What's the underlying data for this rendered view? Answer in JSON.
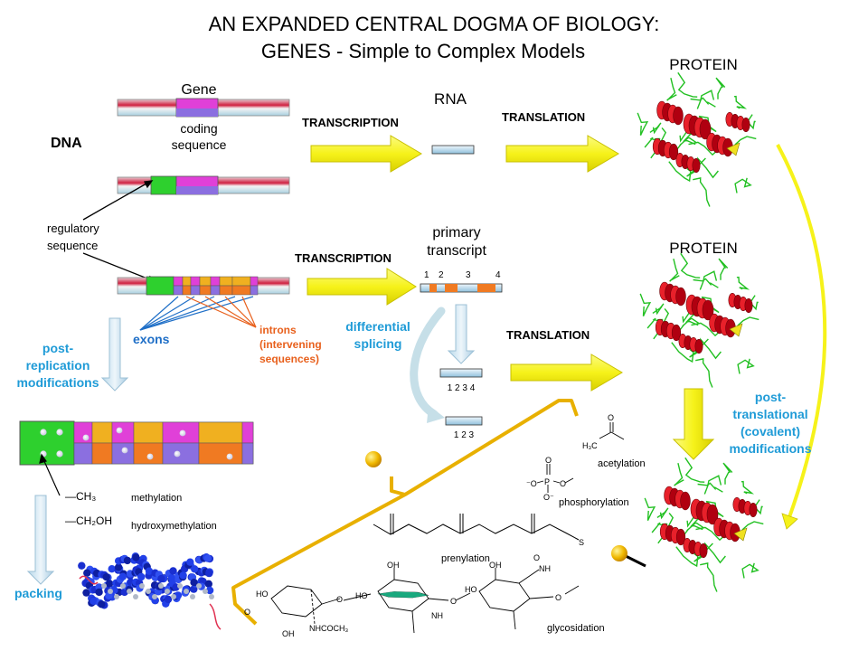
{
  "title": {
    "line1": "AN EXPANDED CENTRAL DOGMA OF BIOLOGY:",
    "line2": "GENES - Simple to Complex Models"
  },
  "labels": {
    "gene": "Gene",
    "coding1": "coding",
    "coding2": "sequence",
    "dna": "DNA",
    "rna": "RNA",
    "transcription": "TRANSCRIPTION",
    "translation": "TRANSLATION",
    "protein": "PROTEIN",
    "regulatory1": "regulatory",
    "regulatory2": "sequence",
    "primary1": "primary",
    "primary2": "transcript",
    "exon_numbers": [
      "1",
      "2",
      "3",
      "4"
    ],
    "exons": "exons",
    "introns1": "introns",
    "introns2": "(intervening",
    "introns3": "sequences)",
    "diff1": "differential",
    "diff2": "splicing",
    "variant1_numbers": "1  2  3  4",
    "variant2_numbers": "1  2  3",
    "postrep1": "post-",
    "postrep2": "replication",
    "postrep3": "modifications",
    "posttrans1": "post-",
    "posttrans2": "translational",
    "posttrans3": "(covalent)",
    "posttrans4": "modifications",
    "packing": "packing",
    "methyl_group": "—CH₃",
    "hydroxymethyl_group": "—CH₂OH",
    "methylation": "methylation",
    "hydroxymethylation": "hydroxymethylation",
    "acetylation": "acetylation",
    "phosphorylation": "phosphorylation",
    "prenylation": "prenylation",
    "glycosidation": "glycosidation"
  },
  "chem_text": {
    "acetyl_o": "O",
    "acetyl_h3c": "H₃C",
    "phos_o_top": "O",
    "phos_p": "P",
    "phos_o_left": "⁻O",
    "phos_o_right": "O",
    "phos_o_bottom": "O⁻",
    "prenyl_s": "S",
    "sugar_ho1": "HO",
    "sugar_o1": "O",
    "sugar_oh1": "OH",
    "sugar_nhcoch3": "NHCOCH₃",
    "sugar_oh2": "OH",
    "sugar_ho2": "HO",
    "sugar_o2": "O",
    "sugar_nh": "NH",
    "sugar_o3": "O",
    "sugar_oh3": "OH",
    "sugar_ho3": "HO",
    "sugar_nh2": "NH",
    "sugar_o4": "O",
    "sugar_o5": "O"
  },
  "colors": {
    "arrow_yellow": "#f6f21a",
    "arrow_edge": "#c8c000",
    "exon_magenta": "#e040d8",
    "exon_purple": "#8b6fe0",
    "intron_orange": "#f07a22",
    "regulatory_green": "#2ed02e",
    "label_blue": "#1f9bd7",
    "label_orange": "#e8601c",
    "bracket_gold": "#e8b000"
  }
}
